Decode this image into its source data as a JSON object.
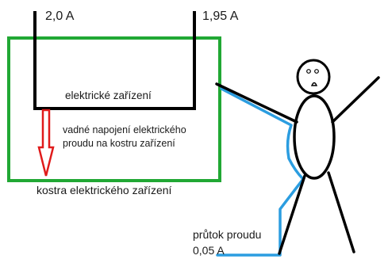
{
  "diagram": {
    "current_left": "2,0 A",
    "current_right": "1,95 A",
    "device_label": "elektrické  zařízení",
    "fault_label_line1": "vadné napojení elektrického",
    "fault_label_line2": "proudu na kostru zařízení",
    "body_label": "kostra elektrického zařízení",
    "flow_label_line1": "průtok proudu",
    "flow_label_line2": "0,05 A"
  },
  "colors": {
    "enclosure": "#21a834",
    "conductor": "#000000",
    "fault_arrow": "#e01b1b",
    "leak_path": "#2b9de0"
  },
  "icons": {
    "person": "stick-figure-icon",
    "fault_arrow": "arrow-down-icon"
  }
}
